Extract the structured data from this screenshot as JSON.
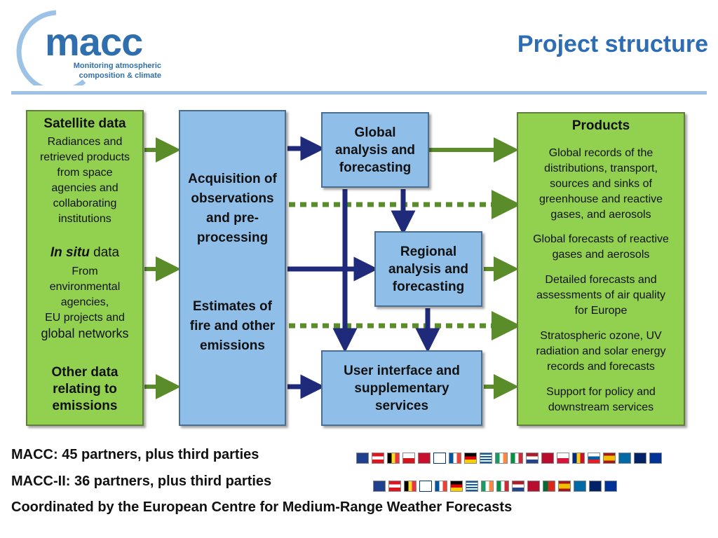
{
  "logo": {
    "word": "macc",
    "line1": "Monitoring atmospheric",
    "line2": "composition & climate"
  },
  "title": "Project structure",
  "left": {
    "sat_title": "Satellite data",
    "sat_body": [
      "Radiances and",
      "retrieved products",
      "from space",
      "agencies and",
      "collaborating",
      "institutions"
    ],
    "insitu_em": "In situ",
    "insitu_rest": " data",
    "insitu_body": [
      "From",
      "environmental",
      "agencies,",
      "EU projects and"
    ],
    "insitu_last": "global networks",
    "other_title": [
      "Other data",
      "relating to",
      "emissions"
    ]
  },
  "acq": {
    "top": [
      "Acquisition of",
      "observations",
      "and pre-",
      "processing"
    ],
    "bottom": [
      "Estimates of",
      "fire and other",
      "emissions"
    ]
  },
  "global_box": [
    "Global",
    "analysis and",
    "forecasting"
  ],
  "regional_box": [
    "Regional",
    "analysis and",
    "forecasting"
  ],
  "user_box": [
    "User interface and",
    "supplementary",
    "services"
  ],
  "products": {
    "title": "Products",
    "p1": [
      "Global records of the",
      "distributions, transport,",
      "sources and sinks of",
      "greenhouse and reactive",
      "gases, and aerosols"
    ],
    "p2": [
      "Global forecasts of reactive",
      "gases and aerosols"
    ],
    "p3": [
      "Detailed forecasts and",
      "assessments of air quality",
      "for Europe"
    ],
    "p4": [
      "Stratospheric ozone, UV",
      "radiation and solar energy",
      "records and forecasts"
    ],
    "p5": [
      "Support for policy and",
      "downstream services"
    ]
  },
  "bottom": {
    "line1": "MACC: 45 partners, plus third parties",
    "line2": "MACC-II: 36 partners, plus third parties",
    "line3": "Coordinated by the European Centre for Medium-Range Weather Forecasts"
  },
  "colors": {
    "green": "#92d050",
    "blue": "#8fbfe9",
    "arrow_green": "#5b8c2a",
    "arrow_navy": "#1f2a7a"
  }
}
